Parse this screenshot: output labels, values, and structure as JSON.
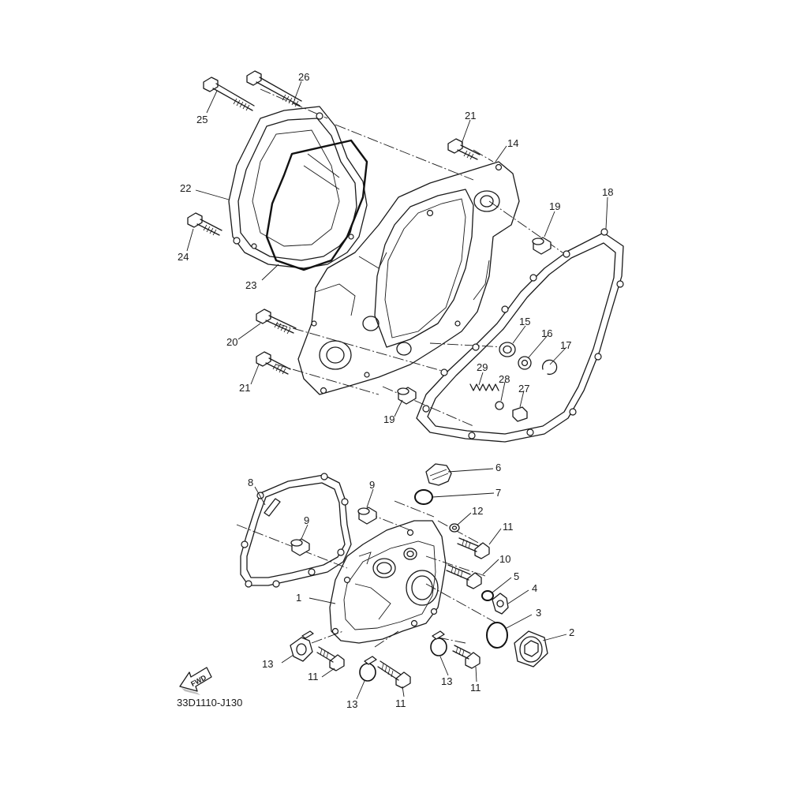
{
  "diagram_code": "33D1110-J130",
  "fwd_label": "FWD",
  "callouts": {
    "c26": "26",
    "c25": "25",
    "c21a": "21",
    "c14": "14",
    "c18": "18",
    "c22": "22",
    "c19a": "19",
    "c24": "24",
    "c23": "23",
    "c20": "20",
    "c15": "15",
    "c16": "16",
    "c17": "17",
    "c21b": "21",
    "c29": "29",
    "c28": "28",
    "c27": "27",
    "c19b": "19",
    "c6": "6",
    "c8": "8",
    "c9a": "9",
    "c7": "7",
    "c12": "12",
    "c11a": "11",
    "c9b": "9",
    "c10": "10",
    "c5": "5",
    "c4": "4",
    "c1": "1",
    "c3": "3",
    "c2": "2",
    "c13a": "13",
    "c11b": "11",
    "c13b": "13",
    "c11c": "11",
    "c13c": "13",
    "c11d": "11"
  }
}
